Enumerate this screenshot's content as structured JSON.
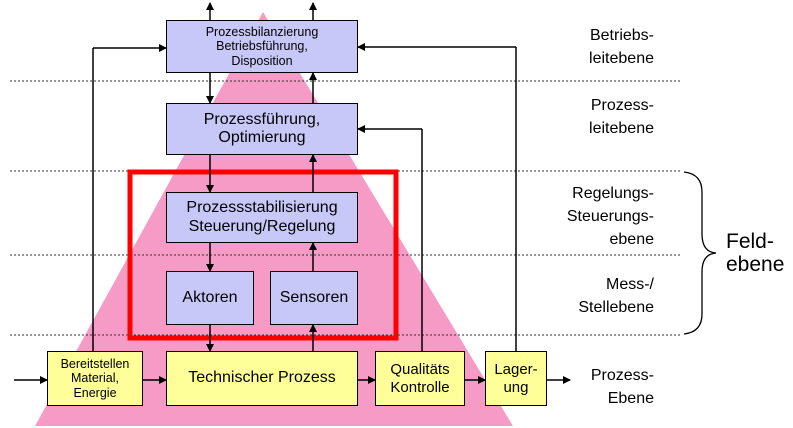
{
  "levels": {
    "betriebsleitebene": "Betriebs-\nleitebene",
    "prozessleitebene": "Prozess-\nleitebene",
    "regelungs_steuerungsebene": "Regelungs-\nSteuerungs-\nebene",
    "mess_stellebene": "Mess-/\nStellebene",
    "prozessebene": "Prozess-\nEbene",
    "feldebene": "Feld-\nebene"
  },
  "boxes": {
    "prozessbilanzierung": "Prozessbilanzierung\nBetriebsführung,\nDisposition",
    "prozessfuehrung": "Prozessführung,\nOptimierung",
    "prozessstabilisierung": "Prozessstabilisierung\nSteuerung/Regelung",
    "aktoren": "Aktoren",
    "sensoren": "Sensoren",
    "bereitstellen": "Bereitstellen\nMaterial,\nEnergie",
    "technischer_prozess": "Technischer Prozess",
    "qualitaetskontrolle": "Qualitäts\nKontrolle",
    "lagerung": "Lager-\nung"
  },
  "colors": {
    "pyramid": "#f59bc5",
    "highlight": "#ff0000",
    "box_lavender": "#c8c8f8",
    "box_yellow": "#ffff99"
  }
}
